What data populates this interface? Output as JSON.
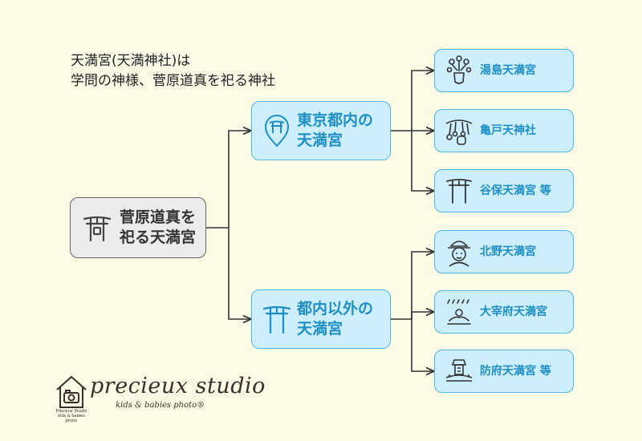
{
  "header": {
    "line1": "天満宮(天満神社)は",
    "line2": "学問の神様、菅原道真を祀る神社"
  },
  "root": {
    "line1": "菅原道真を",
    "line2": "祀る天満宮",
    "icon": "torii-icon"
  },
  "groups": [
    {
      "line1": "東京都内の",
      "line2": "天満宮",
      "icon": "torii-pin-icon",
      "leaves": [
        {
          "label": "湯島天満宮",
          "icon": "plum-blossom-icon"
        },
        {
          "label": "亀戸天神社",
          "icon": "wisteria-icon"
        },
        {
          "label": "谷保天満宮 等",
          "icon": "torii-icon"
        }
      ]
    },
    {
      "line1": "都内以外の",
      "line2": "天満宮",
      "icon": "torii-icon",
      "leaves": [
        {
          "label": "北野天満宮",
          "icon": "sugawara-face-icon"
        },
        {
          "label": "大宰府天満宮",
          "icon": "rain-person-icon"
        },
        {
          "label": "防府天満宮 等",
          "icon": "shrine-building-icon"
        }
      ]
    }
  ],
  "brand": {
    "name": "precieux studio",
    "tagline": "kids & babies photo®",
    "logo_text": "Precieux Studio",
    "logo_subtext": "kids & babies photo"
  },
  "colors": {
    "background": "#fcfbe6",
    "node_fill": "#cdeefc",
    "node_border": "#4fb8e6",
    "node_text": "#1e8fc4",
    "root_fill": "#ececec",
    "root_border": "#666666"
  }
}
